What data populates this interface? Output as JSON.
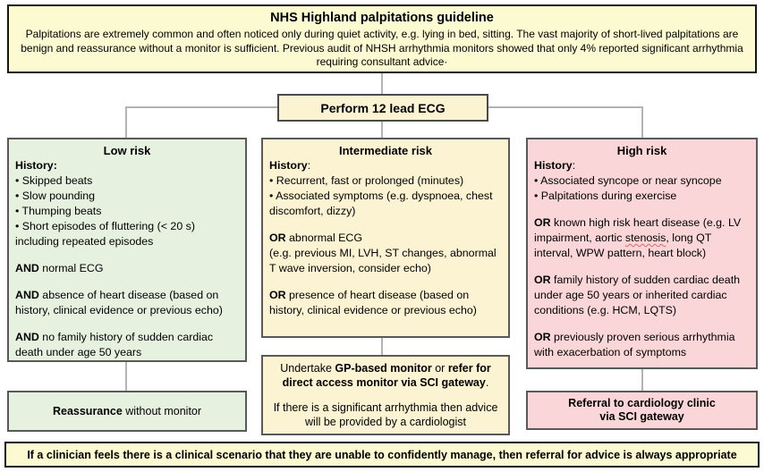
{
  "header": {
    "title": "NHS Highland palpitations guideline",
    "body": "Palpitations are extremely common and often noticed only during quiet activity, e.g. lying in bed, sitting. The vast majority of short-lived palpitations are benign and reassurance without a monitor is sufficient. Previous audit of NHSH arrhythmia monitors showed that only 4% reported significant arrhythmia requiring consultant advice·"
  },
  "ecg": {
    "label": "Perform 12 lead ECG"
  },
  "columns": {
    "low": {
      "title": "Low risk",
      "paragraphs": [
        [
          {
            "t": "History:",
            "b": true
          }
        ],
        [
          {
            "t": "• Skipped beats"
          }
        ],
        [
          {
            "t": "• Slow pounding"
          }
        ],
        [
          {
            "t": "• Thumping beats"
          }
        ],
        [
          {
            "t": "• Short episodes of fluttering (< 20 s) including repeated episodes"
          }
        ],
        [],
        [
          {
            "t": "AND",
            "b": true
          },
          {
            "t": " normal ECG"
          }
        ],
        [],
        [
          {
            "t": "AND",
            "b": true
          },
          {
            "t": " absence of heart disease (based on history, clinical evidence or previous echo)"
          }
        ],
        [],
        [
          {
            "t": "AND",
            "b": true
          },
          {
            "t": " no family history of sudden cardiac death under age 50 years"
          }
        ]
      ],
      "outcome": [
        [
          {
            "t": "Reassurance",
            "b": true
          },
          {
            "t": " without monitor"
          }
        ]
      ]
    },
    "intermediate": {
      "title": "Intermediate risk",
      "paragraphs": [
        [
          {
            "t": "History",
            "b": true
          },
          {
            "t": ":"
          }
        ],
        [
          {
            "t": "• Recurrent, fast or prolonged (minutes)"
          }
        ],
        [
          {
            "t": "• Associated symptoms (e.g. dyspnoea, chest discomfort, dizzy)"
          }
        ],
        [],
        [
          {
            "t": "OR",
            "b": true
          },
          {
            "t": " abnormal ECG"
          }
        ],
        [
          {
            "t": "(e.g. previous MI, LVH, ST changes, abnormal T wave inversion, consider echo)"
          }
        ],
        [],
        [
          {
            "t": "OR",
            "b": true
          },
          {
            "t": " presence of heart disease (based on history, clinical evidence or previous echo)"
          }
        ]
      ],
      "outcome": [
        [
          {
            "t": "Undertake "
          },
          {
            "t": "GP-based monitor",
            "b": true
          },
          {
            "t": " or "
          },
          {
            "t": "refer for direct access monitor via SCI gateway",
            "b": true
          },
          {
            "t": "."
          }
        ],
        [],
        [
          {
            "t": "If there is a significant arrhythmia then advice will be provided by a cardiologist"
          }
        ]
      ]
    },
    "high": {
      "title": "High risk",
      "paragraphs": [
        [
          {
            "t": "History",
            "b": true
          },
          {
            "t": ":"
          }
        ],
        [
          {
            "t": "• Associated syncope or near syncope"
          }
        ],
        [
          {
            "t": "• Palpitations during exercise"
          }
        ],
        [],
        [
          {
            "t": "OR",
            "b": true
          },
          {
            "t": " known high risk heart disease (e.g. LV impairment, aortic "
          },
          {
            "t": "stenosis",
            "u": true
          },
          {
            "t": ", long QT interval, WPW pattern, heart block)"
          }
        ],
        [],
        [
          {
            "t": "OR",
            "b": true
          },
          {
            "t": " family history of sudden cardiac death under age 50 years or inherited cardiac conditions (e.g. HCM, LQTS)"
          }
        ],
        [],
        [
          {
            "t": "OR",
            "b": true
          },
          {
            "t": " previously proven serious arrhythmia with exacerbation of symptoms"
          }
        ]
      ],
      "outcome": [
        [
          {
            "t": "Referral to cardiology clinic",
            "b": true
          }
        ],
        [
          {
            "t": "via SCI gateway",
            "b": true
          }
        ]
      ]
    }
  },
  "footer": {
    "text": "If a clinician feels there is a clinical scenario that they are unable to confidently manage, then referral for advice is always appropriate"
  },
  "colors": {
    "pale_yellow": "#fbfad1",
    "cream": "#fcf3d2",
    "green": "#e6f1e0",
    "pink": "#fbd6d8",
    "line": "#b3b3b3",
    "border_dark": "#595959",
    "misspell": "#e06666"
  }
}
